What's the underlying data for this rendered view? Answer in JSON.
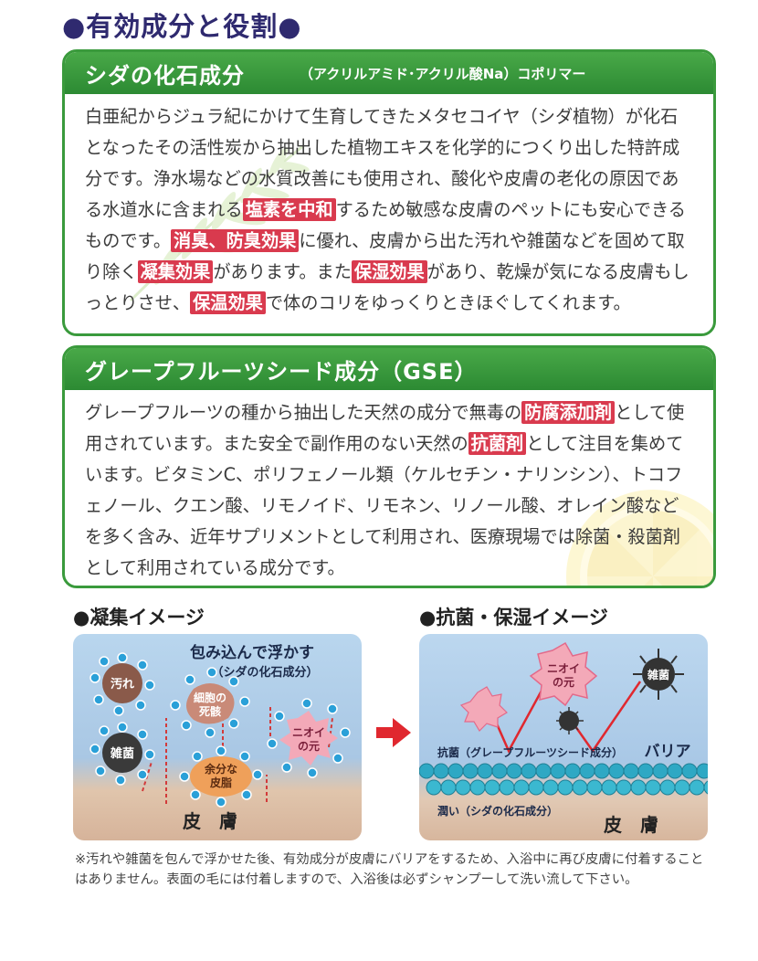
{
  "heading": {
    "title": "●有効成分と役割●"
  },
  "section1": {
    "title": "シダの化石成分",
    "subtitle": "（アクリルアミド･アクリル酸Na）コポリマー",
    "segments": [
      {
        "text": "白亜紀からジュラ紀にかけて生育してきたメタセコイヤ（シダ植物）が化石となったその活性炭から抽出した植物エキスを化学的につくり出した特許成分です。浄水場などの水質改善にも使用され、酸化や皮膚の老化の原因である水道水に含まれる",
        "hl": false
      },
      {
        "text": "塩素を中和",
        "hl": true
      },
      {
        "text": "するため敏感な皮膚のペットにも安心できるものです。",
        "hl": false
      },
      {
        "text": "消臭、防臭効果",
        "hl": true
      },
      {
        "text": "に優れ、皮膚から出た汚れや雑菌などを固めて取り除く",
        "hl": false
      },
      {
        "text": "凝集効果",
        "hl": true
      },
      {
        "text": "があります。また",
        "hl": false
      },
      {
        "text": "保湿効果",
        "hl": true
      },
      {
        "text": "があり、乾燥が気になる皮膚もしっとりさせ、",
        "hl": false
      },
      {
        "text": "保温効果",
        "hl": true
      },
      {
        "text": "で体のコリをゆっくりときほぐしてくれます。",
        "hl": false
      }
    ]
  },
  "section2": {
    "title": "グレープフルーツシード成分（GSE）",
    "segments": [
      {
        "text": "グレープフルーツの種から抽出した天然の成分で無毒の",
        "hl": false
      },
      {
        "text": "防腐添加剤",
        "hl": true
      },
      {
        "text": "として使用されています。また安全で副作用のない天然の",
        "hl": false
      },
      {
        "text": "抗菌剤",
        "hl": true
      },
      {
        "text": "として注目を集めています。ビタミンC、ポリフェノール類（ケルセチン・ナリンシン）、トコフェノール、クエン酸、リモノイド、リモネン、リノール酸、オレイン酸などを多く含み、近年サプリメントとして利用され、医療現場では除菌・殺菌剤として利用されている成分です。",
        "hl": false
      }
    ]
  },
  "left_image": {
    "title": "●凝集イメージ",
    "caption_main": "包み込んで浮かす",
    "caption_sub": "（シダの化石成分）",
    "dirt": "汚れ",
    "cells": [
      "細胞の",
      "死骸"
    ],
    "bacteria": "雑菌",
    "odor": [
      "ニオイ",
      "の元"
    ],
    "fat": [
      "余分な",
      "皮脂"
    ],
    "skin": "皮　膚"
  },
  "right_image": {
    "title": "●抗菌・保湿イメージ",
    "odor": [
      "ニオイ",
      "の元"
    ],
    "bacteria": "雑菌",
    "antibac": "抗菌（グレープフルーツシード成分）",
    "barrier": "バリア",
    "moist": "潤い（シダの化石成分）",
    "skin": "皮　膚"
  },
  "note": "※汚れや雑菌を包んで浮かせた後、有効成分が皮膚にバリアをするため、入浴中に再び皮膚に付着することはありません。表面の毛には付着しますので、入浴後は必ずシャンプーして洗い流して下さい。",
  "colors": {
    "heading": "#2f2a6f",
    "section_border": "#3a9a3c",
    "highlight": "#d93a4e",
    "arrow": "#e0282f"
  }
}
